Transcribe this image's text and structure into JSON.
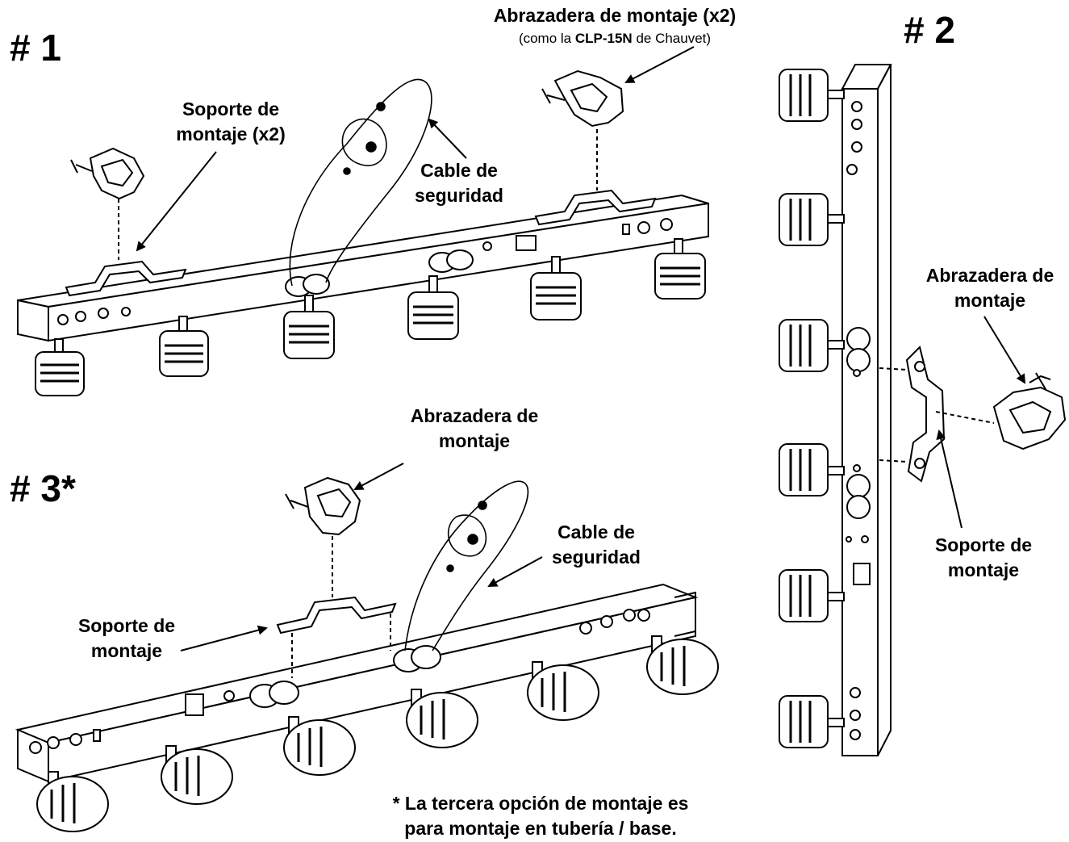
{
  "figures": {
    "one": "# 1",
    "two": "# 2",
    "three": "# 3*"
  },
  "fig1": {
    "clamp": {
      "title": "Abrazadera de montaje (x2)",
      "sub_pre": "(como la ",
      "sub_bold": "CLP-15N",
      "sub_post": " de Chauvet)"
    },
    "bracket": {
      "line1": "Soporte de",
      "line2": "montaje (x2)"
    },
    "cable": {
      "line1": "Cable de",
      "line2": "seguridad"
    }
  },
  "fig2": {
    "clamp": {
      "line1": "Abrazadera de",
      "line2": "montaje"
    },
    "bracket": {
      "line1": "Soporte de",
      "line2": "montaje"
    }
  },
  "fig3": {
    "clamp": {
      "line1": "Abrazadera de",
      "line2": "montaje"
    },
    "cable": {
      "line1": "Cable de",
      "line2": "seguridad"
    },
    "bracket": {
      "line1": "Soporte de",
      "line2": "montaje"
    }
  },
  "footnote": {
    "line1": "* La tercera opción de montaje es",
    "line2": "para montaje en tubería / base."
  }
}
